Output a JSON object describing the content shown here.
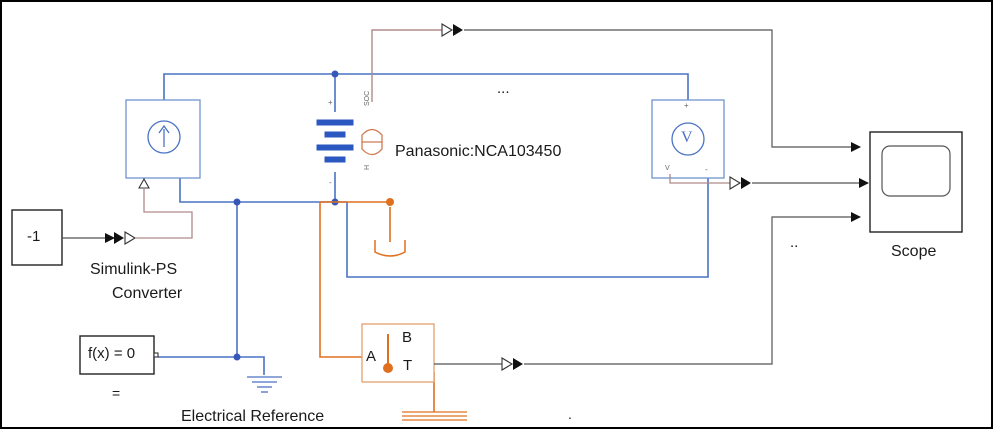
{
  "blocks": {
    "constant": {
      "value": "-1"
    },
    "converter": {
      "line1": "Simulink-PS",
      "line2": "Converter"
    },
    "solver": {
      "label": "f(x) = 0",
      "under": "="
    },
    "reference": {
      "label": "Electrical Reference"
    },
    "battery": {
      "label": "Panasonic:NCA103450",
      "port_soc": "SOC",
      "port_h": "H",
      "plus": "+",
      "minus": "-"
    },
    "thermal": {
      "port_a": "A",
      "port_b": "B",
      "port_t": "T"
    },
    "voltage_sensor": {
      "symbol": "V",
      "plus": "+",
      "minus": "-",
      "port_v": "V"
    },
    "scope": {
      "label": "Scope"
    },
    "annotations": {
      "dots1": "...",
      "dots2": "..",
      "dot3": "."
    }
  },
  "colors": {
    "electrical": "#4a72c4",
    "thermal": "#e07020",
    "signal": "#333333",
    "soc": "#b08a8a",
    "block_border_blue": "#6f93cf",
    "block_border_orange": "#e0a070"
  }
}
